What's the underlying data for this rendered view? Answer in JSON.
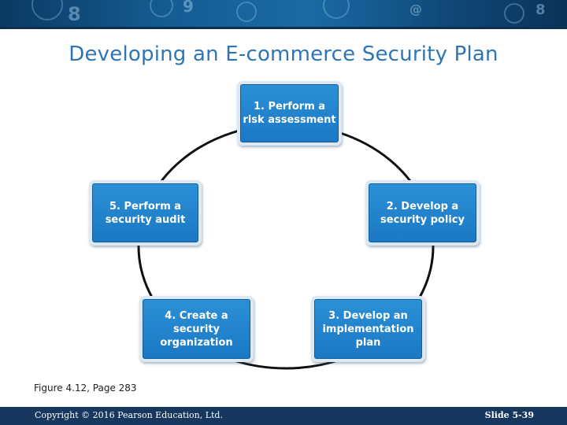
{
  "slide": {
    "title": "Developing an E-commerce Security Plan",
    "caption": "Figure 4.12, Page 283"
  },
  "diagram": {
    "type": "cycle",
    "steps": [
      {
        "label": "1. Perform a\nrisk assessment"
      },
      {
        "label": "2. Develop a\nsecurity policy"
      },
      {
        "label": "3. Develop an\nimplementation\nplan"
      },
      {
        "label": "4. Create a\nsecurity\norganization"
      },
      {
        "label": "5. Perform a\nsecurity audit"
      }
    ],
    "colors": {
      "box": "#1f80c8",
      "ring": "#111111"
    }
  },
  "footer": {
    "copyright": "Copyright © 2016 Pearson Education, Ltd.",
    "slide_number": "Slide 5-39"
  },
  "banner": {
    "glyphs": [
      "8",
      "9",
      "@",
      "8"
    ]
  }
}
